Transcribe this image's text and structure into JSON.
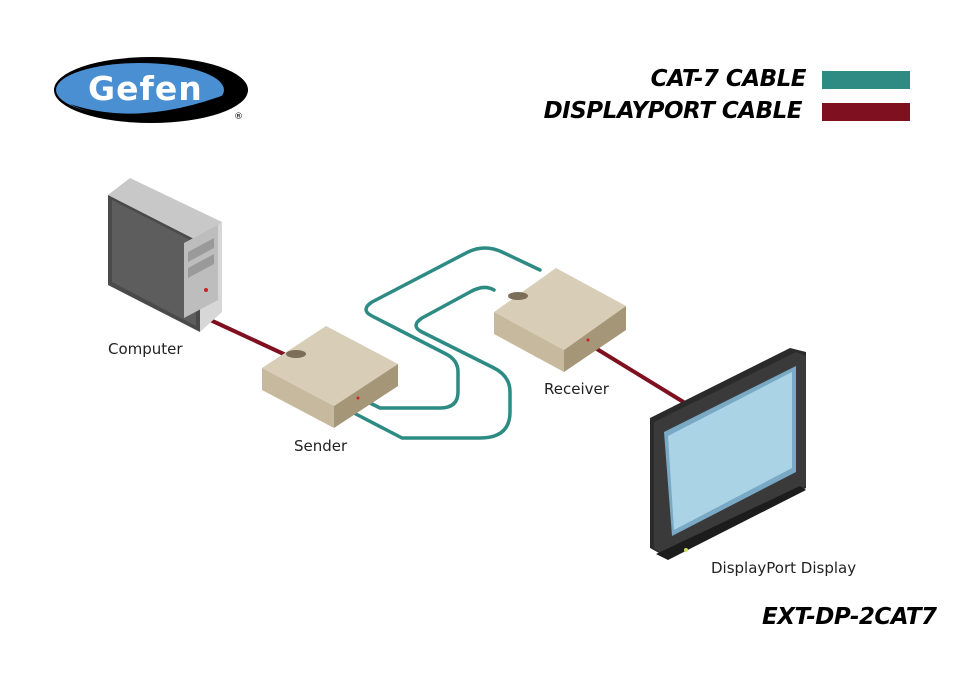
{
  "logo": {
    "text": "Gefen",
    "registered": "®"
  },
  "legend": [
    {
      "label": "CAT-7 CABLE",
      "color": "#2e8b84"
    },
    {
      "label": "DISPLAYPORT CABLE",
      "color": "#7e1020"
    }
  ],
  "devices": {
    "computer": "Computer",
    "sender": "Sender",
    "receiver": "Receiver",
    "display": "DisplayPort Display"
  },
  "model": "EXT-DP-2CAT7",
  "colors": {
    "cat7": "#2e8b84",
    "displayport": "#7e1020",
    "box_top": "#d8cdb6",
    "box_front": "#bfb195",
    "box_side": "#a59677",
    "logo_blue": "#4a8fd1"
  }
}
